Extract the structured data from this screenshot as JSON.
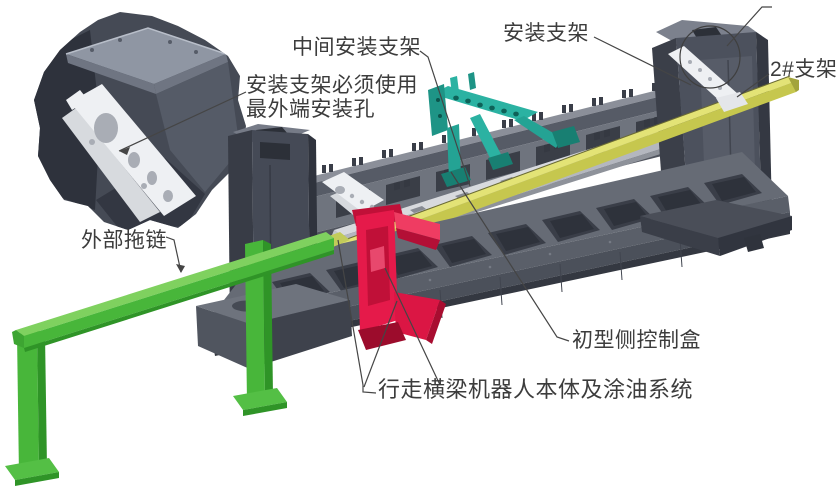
{
  "figure_type": "technical-illustration",
  "labels": {
    "center_bracket": "中间安装支架",
    "note_line1": "安装支架必须使用",
    "note_line2": "最外端安装孔",
    "mount_bracket": "安装支架",
    "bracket2": "2#支架",
    "drag_chain": "外部拖链",
    "control_box": "初型侧控制盒",
    "beam_robot": "行走横梁机器人本体及涂油系统"
  },
  "colors": {
    "background": "#ffffff",
    "text": "#3c3c3c",
    "leader": "#454545",
    "teal": "#2bb2a2",
    "red": "#e51a4a",
    "green": "#48b63a",
    "yellow": "#c6c74e",
    "yellow_light": "#e3e376"
  }
}
